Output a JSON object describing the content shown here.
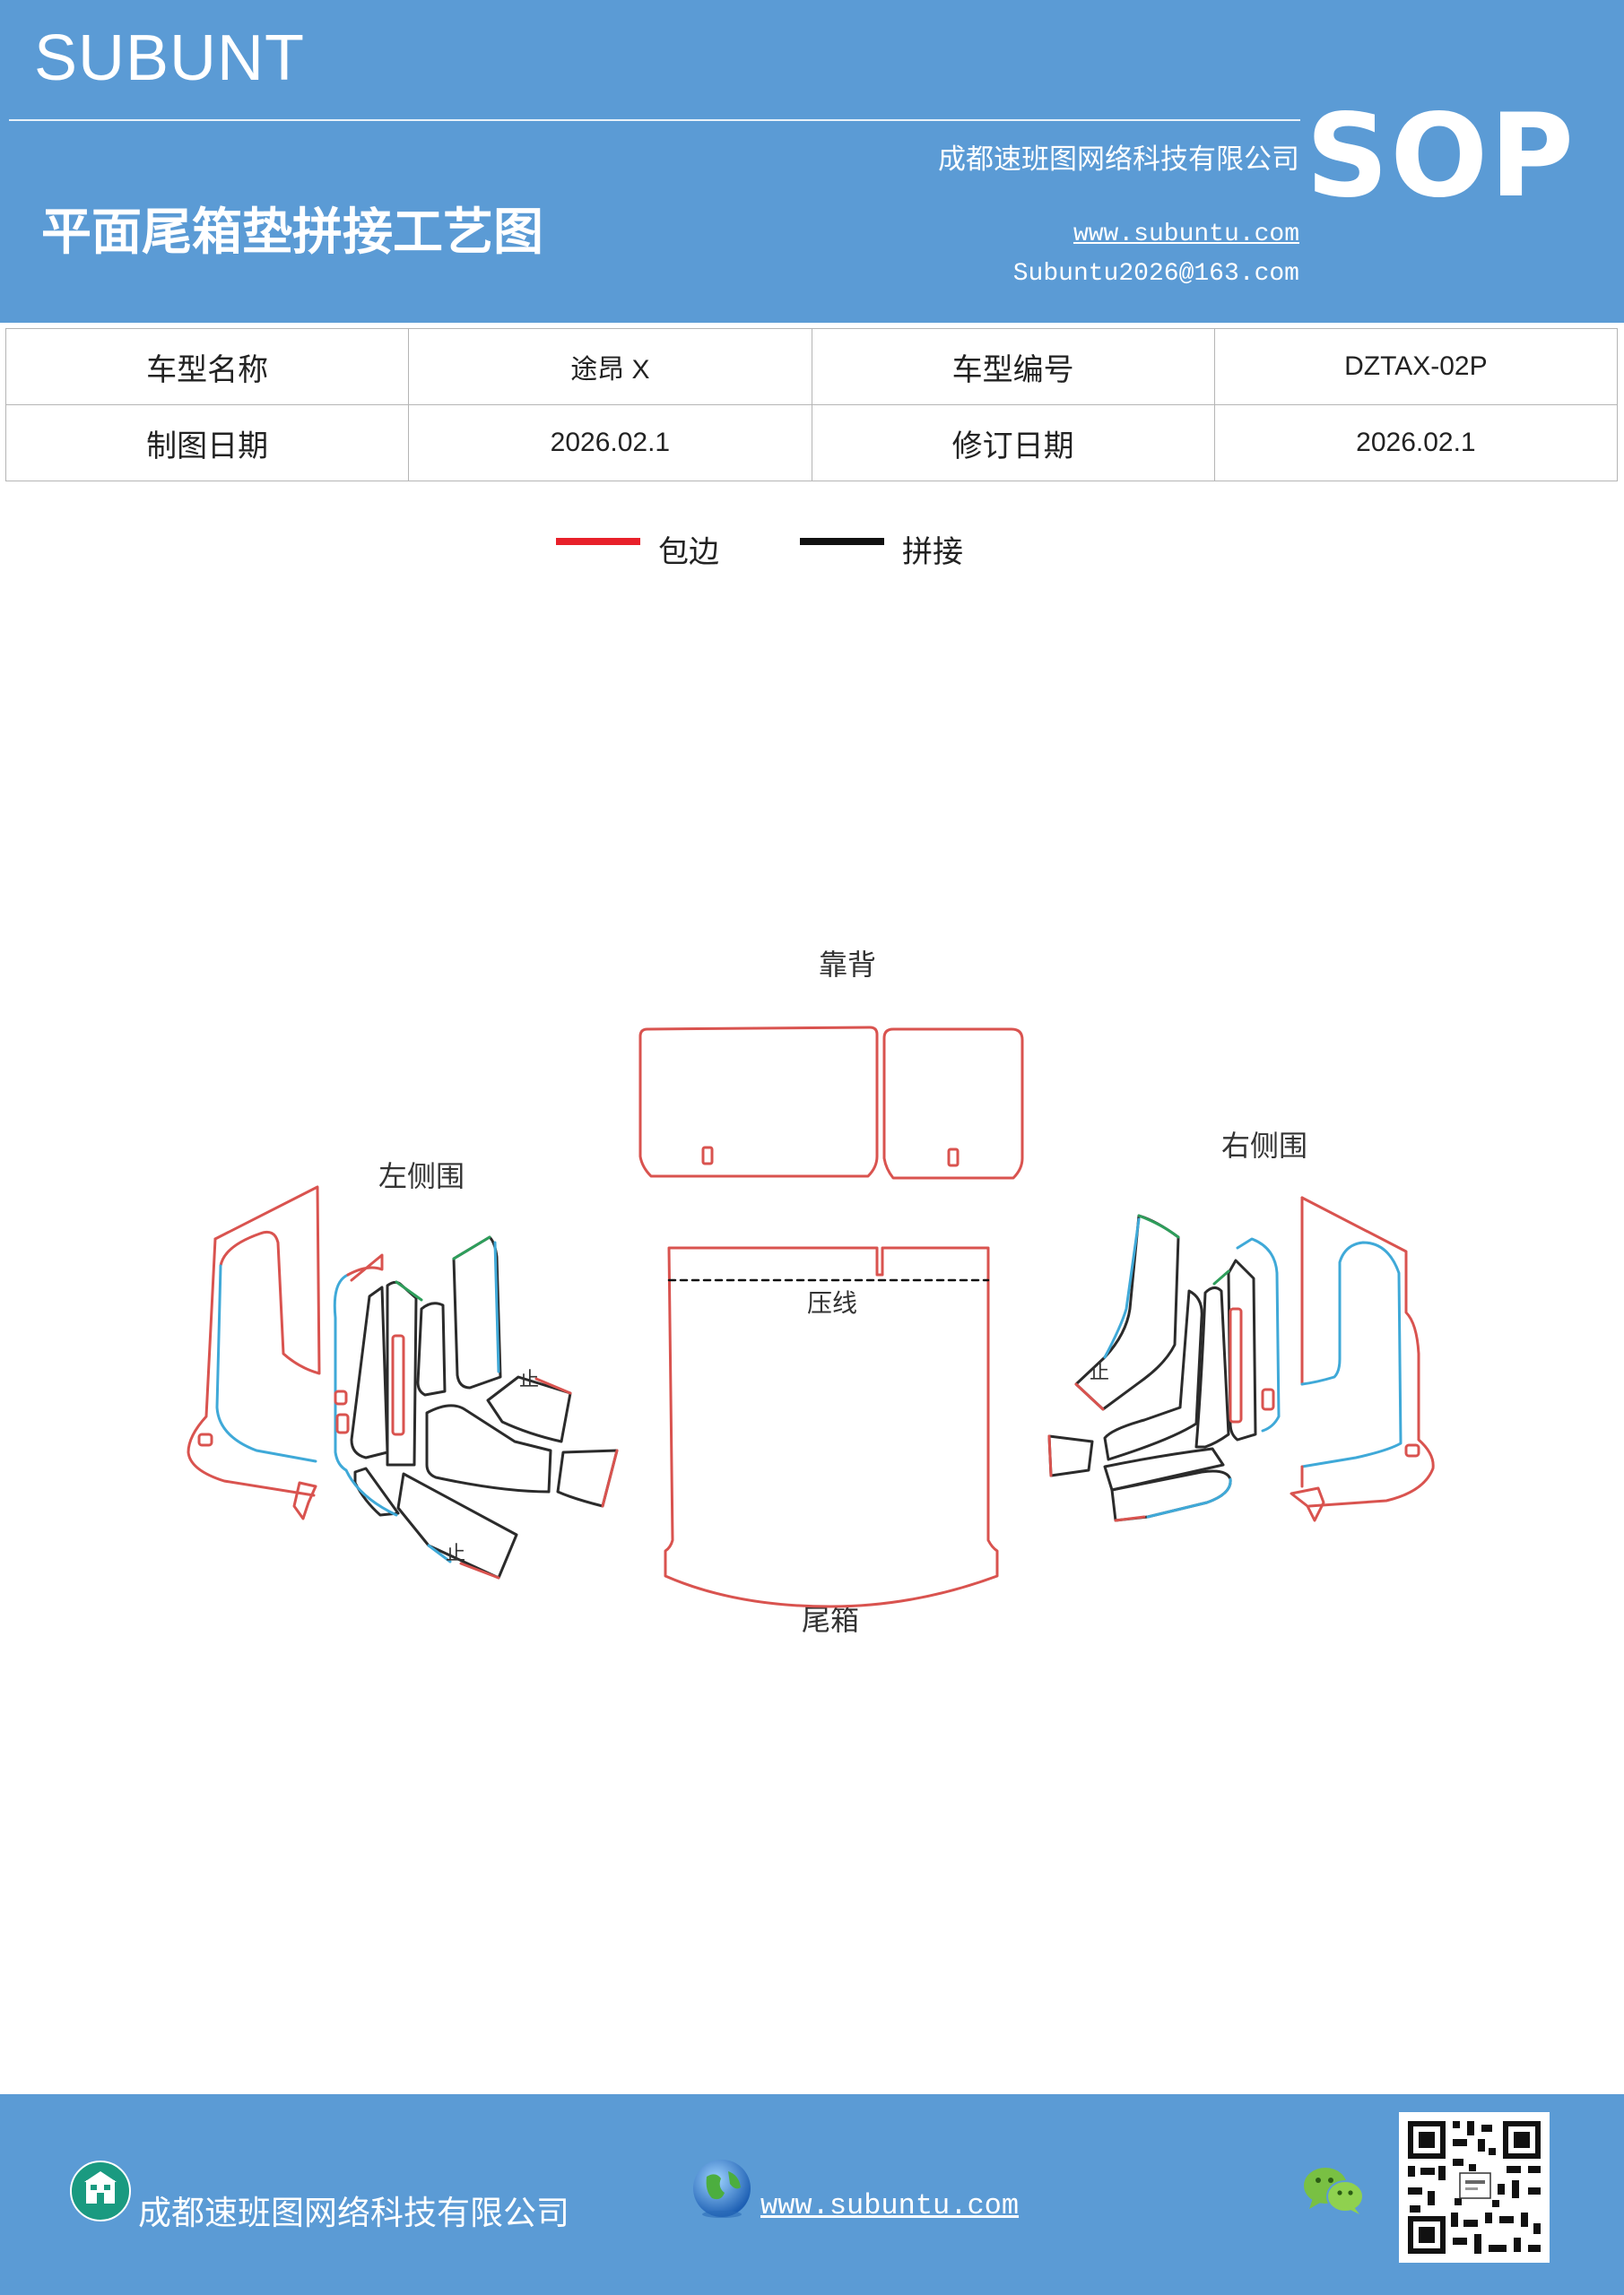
{
  "header": {
    "brand": "SUBUNT",
    "doc_title": "平面尾箱垫拼接工艺图",
    "company": "成都速班图网络科技有限公司",
    "website": "www.subuntu.com",
    "email": "Subuntu2026@163.com",
    "sop": "SOP"
  },
  "info_table": {
    "rows": [
      [
        "车型名称",
        "途昂 X",
        "车型编号",
        "DZTAX-02P"
      ],
      [
        "制图日期",
        "2026.02.1",
        "修订日期",
        "2026.02.1"
      ]
    ]
  },
  "legend": {
    "items": [
      {
        "label": "包边",
        "color": "#e8202a"
      },
      {
        "label": "拼接",
        "color": "#111111"
      }
    ]
  },
  "diagram": {
    "labels": {
      "backrest": "靠背",
      "left_side": "左侧围",
      "right_side": "右侧围",
      "crease": "压线",
      "trunk": "尾箱",
      "stop": "止"
    },
    "colors": {
      "edge": "#d9534f",
      "seam": "#2b2b2b",
      "blue": "#3fa9d8",
      "green": "#2e9e5b"
    }
  },
  "footer": {
    "company": "成都速班图网络科技有限公司",
    "website": "www.subuntu.com",
    "icons": [
      "building-icon",
      "globe-icon",
      "wechat-icon",
      "qr-code"
    ]
  }
}
